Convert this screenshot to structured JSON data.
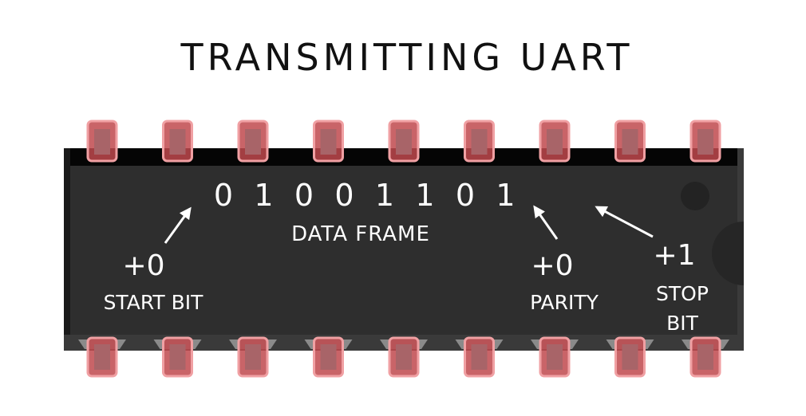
{
  "title": "TRANSMITTING UART",
  "data_bits": [
    "0",
    "1",
    "0",
    "0",
    "1",
    "1",
    "0",
    "1"
  ],
  "data_frame_label": "DATA FRAME",
  "start": {
    "value": "+0",
    "label": "START BIT"
  },
  "parity": {
    "value": "+0",
    "label": "PARITY"
  },
  "stop": {
    "value": "+1",
    "label_line1": "STOP",
    "label_line2": "BIT"
  },
  "colors": {
    "chip": "#2e2e2e",
    "chip_edge": "#050505",
    "pin": "#c0494d",
    "pin_glow": "#f0a0a3",
    "leg": "#8a8a8a"
  }
}
